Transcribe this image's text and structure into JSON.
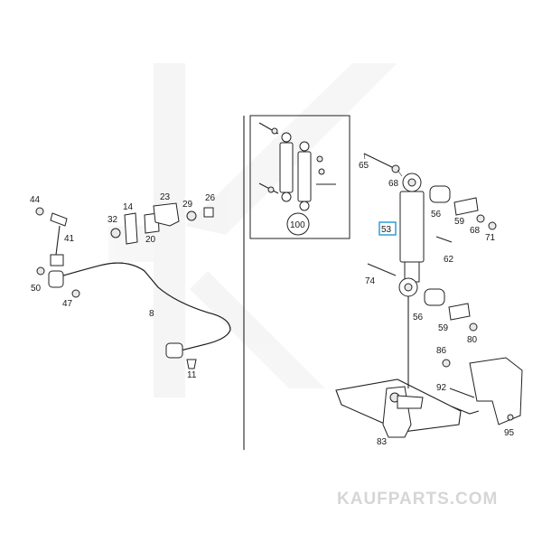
{
  "watermark": "KAUFPARTS.COM",
  "highlight_color": "#2a9fd8",
  "callouts": {
    "p44": "44",
    "p41": "41",
    "p50": "50",
    "p47": "47",
    "p14": "14",
    "p32": "32",
    "p20": "20",
    "p23": "23",
    "p29": "29",
    "p26": "26",
    "p8": "8",
    "p11": "11",
    "p100": "100",
    "p65": "65",
    "p68a": "68",
    "p56a": "56",
    "p59a": "59",
    "p68b": "68",
    "p71": "71",
    "p53": "53",
    "p62": "62",
    "p74": "74",
    "p56b": "56",
    "p59b": "59",
    "p80": "80",
    "p86": "86",
    "p92": "92",
    "p83": "83",
    "p95": "95"
  }
}
